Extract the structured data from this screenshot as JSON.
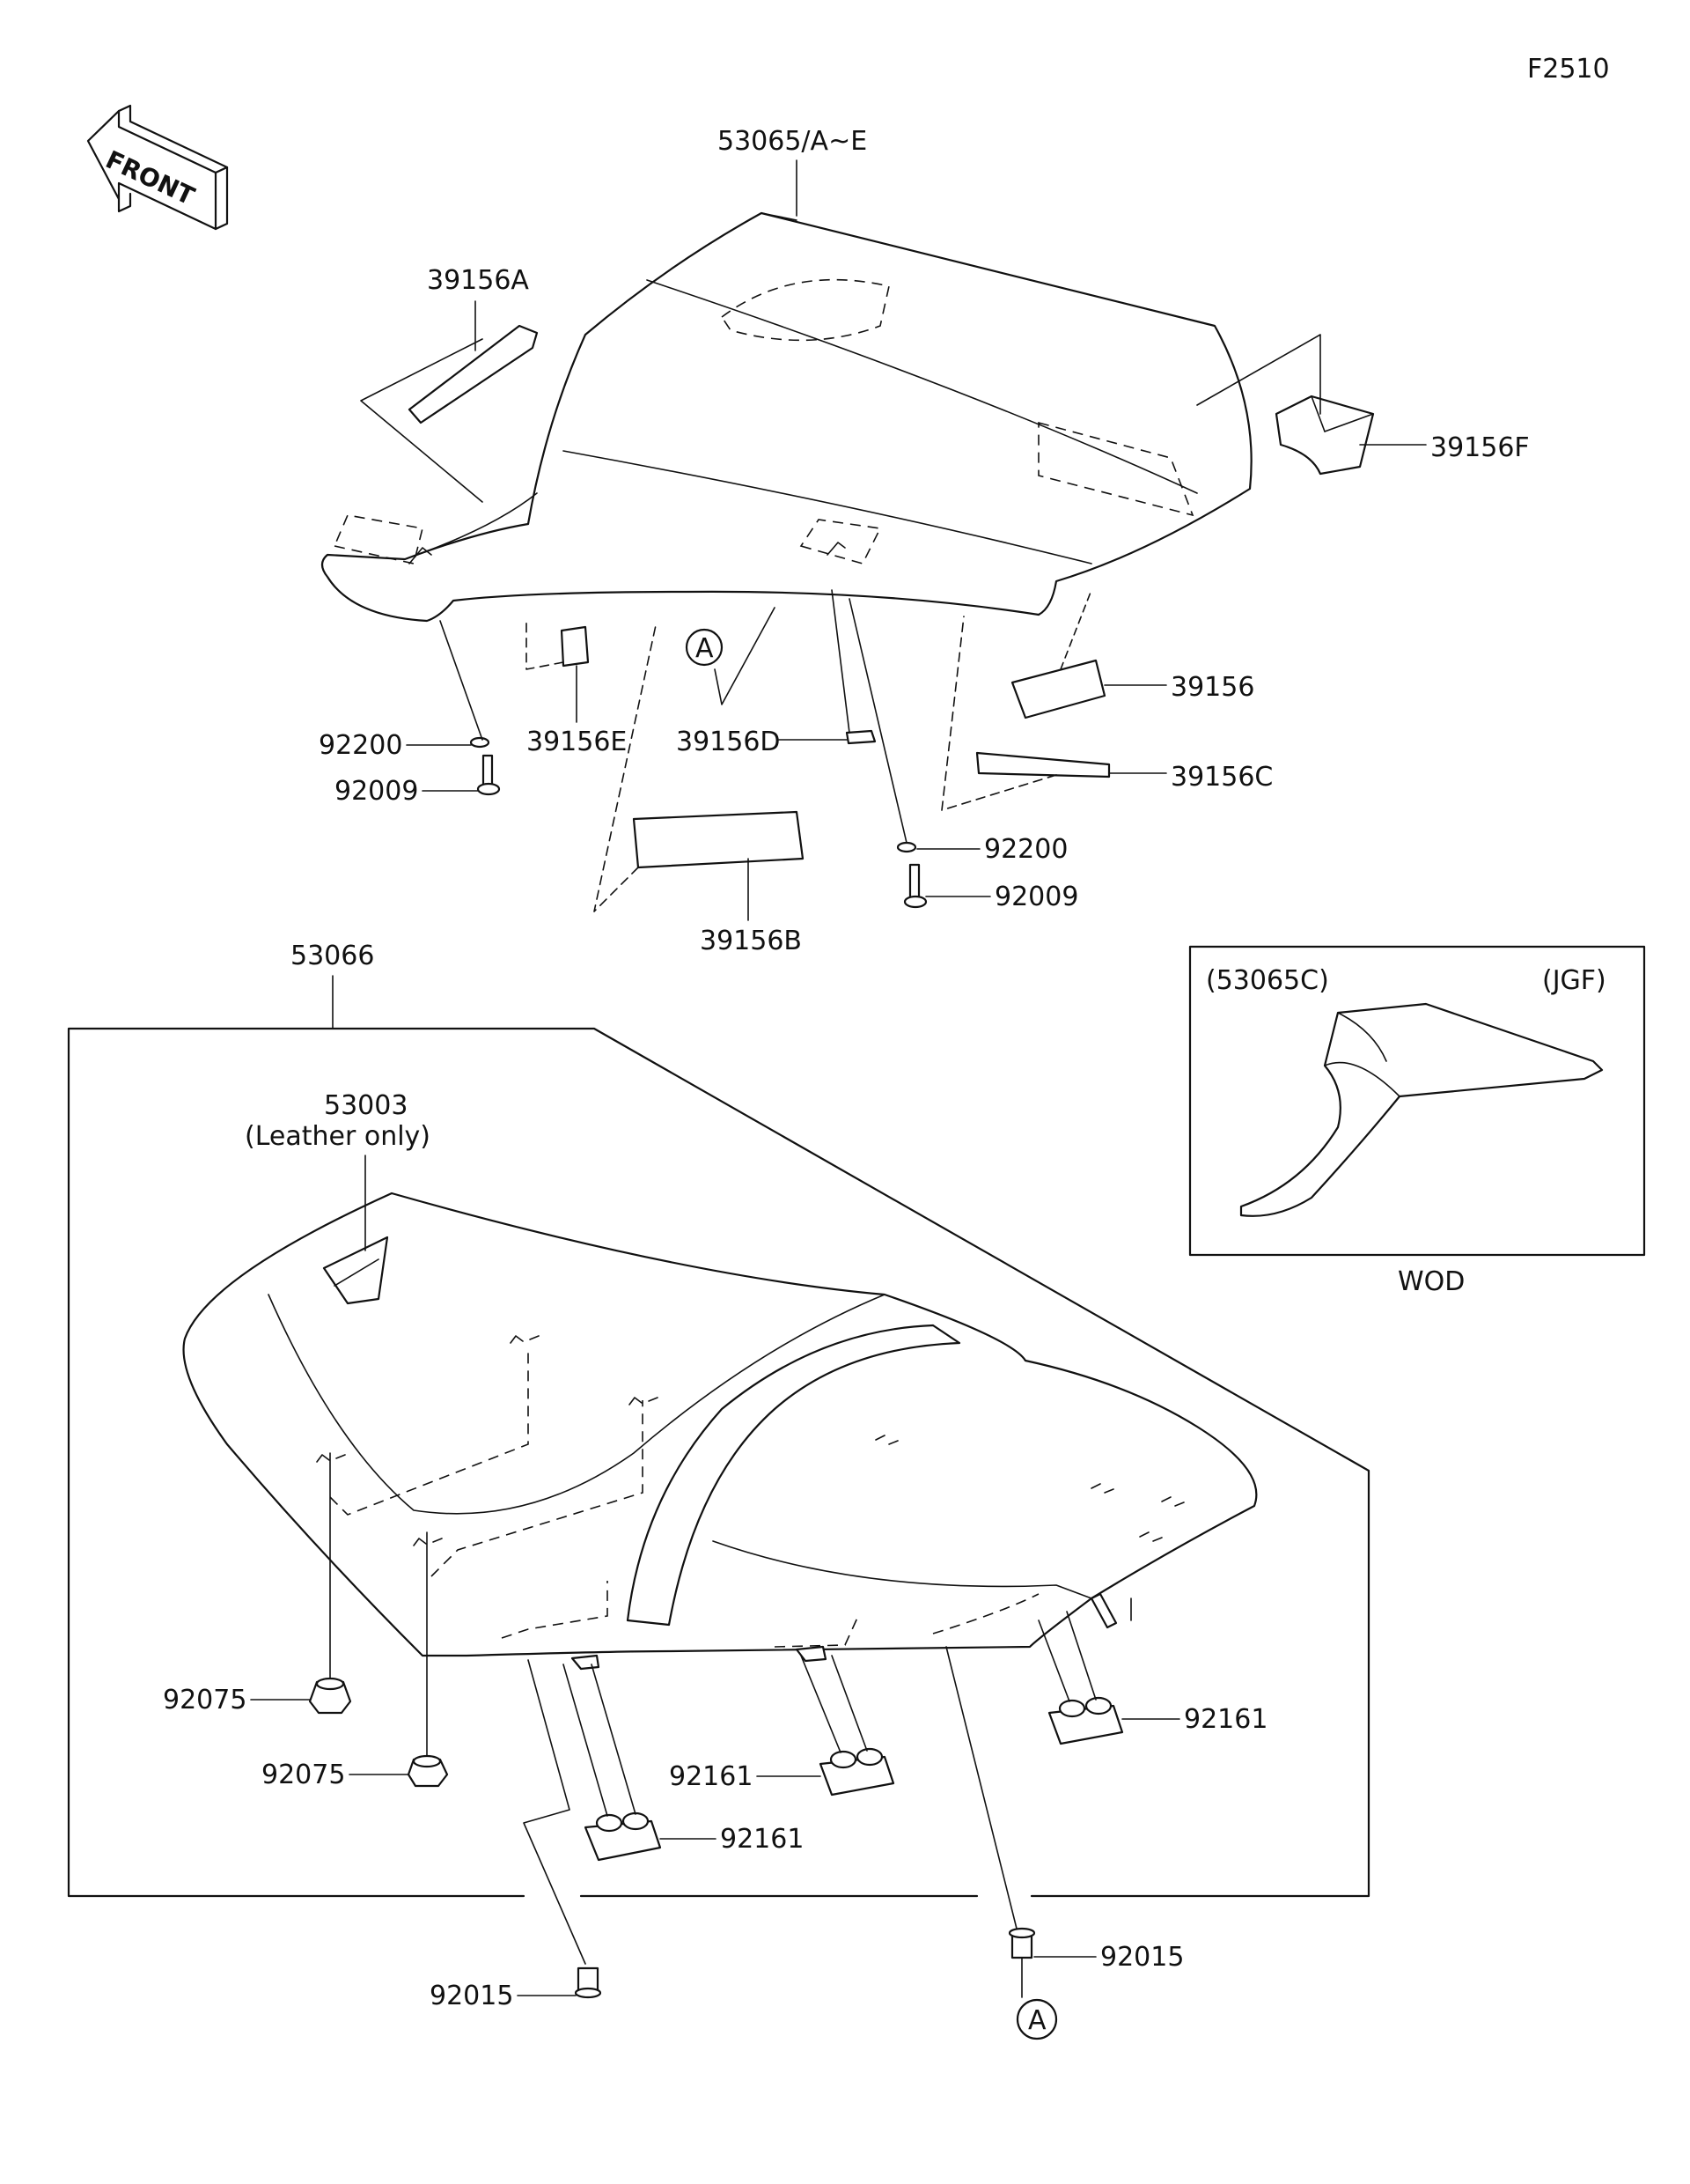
{
  "figure_id": "F2510",
  "front_label": "FRONT",
  "labels": {
    "cover_53065": "53065/A~E",
    "p39156A": "39156A",
    "p39156F": "39156F",
    "p39156": "39156",
    "p39156C": "39156C",
    "p39156E": "39156E",
    "p39156D": "39156D",
    "p39156B": "39156B",
    "p92200_left": "92200",
    "p92009_left": "92009",
    "p92200_right": "92200",
    "p92009_right": "92009",
    "ref_a_upper": "A",
    "seat_53066": "53066",
    "p53003": "53003",
    "p53003_note": "(Leather only)",
    "p92075_upper": "92075",
    "p92075_lower": "92075",
    "p92161_left": "92161",
    "p92161_middle": "92161",
    "p92161_right": "92161",
    "p92015_left": "92015",
    "p92015_right": "92015",
    "ref_a_lower": "A"
  },
  "inset": {
    "part_ref": "(53065C)",
    "market": "(JGF)",
    "caption": "WOD"
  }
}
